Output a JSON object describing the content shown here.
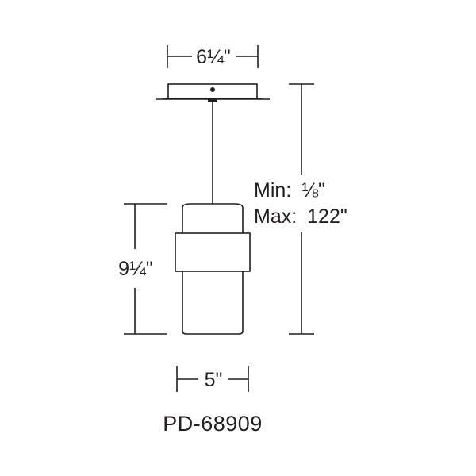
{
  "drawing": {
    "canopy_width_label": "6¼\"",
    "fixture_height_label": "9¼\"",
    "fixture_width_label": "5\"",
    "overall_height_min_label": "Min:",
    "overall_height_min_value": "⅛\"",
    "overall_height_max_label": "Max:",
    "overall_height_max_value": "122\"",
    "model_number": "PD-68909"
  },
  "colors": {
    "line": "#231f20",
    "background": "#ffffff"
  }
}
